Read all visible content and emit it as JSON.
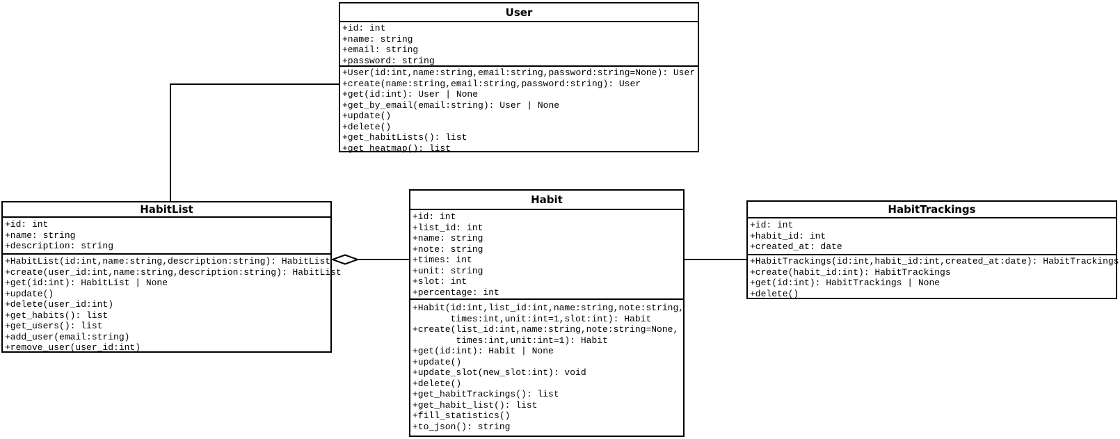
{
  "diagram": {
    "kind": "uml-class-diagram",
    "colors": {
      "background": "#ffffff",
      "line": "#000000",
      "text": "#000000"
    },
    "classes": [
      {
        "title": "User",
        "attributes": [
          "+id: int",
          "+name: string",
          "+email: string",
          "+password: string"
        ],
        "methods": [
          "+User(id:int,name:string,email:string,password:string=None): User",
          "+create(name:string,email:string,password:string): User",
          "+get(id:int): User | None",
          "+get_by_email(email:string): User | None",
          "+update()",
          "+delete()",
          "+get_habitLists(): list",
          "+get_heatmap(): list"
        ]
      },
      {
        "title": "HabitList",
        "attributes": [
          "+id: int",
          "+name: string",
          "+description: string"
        ],
        "methods": [
          "+HabitList(id:int,name:string,description:string): HabitList",
          "+create(user_id:int,name:string,description:string): HabitList",
          "+get(id:int): HabitList | None",
          "+update()",
          "+delete(user_id:int)",
          "+get_habits(): list",
          "+get_users(): list",
          "+add_user(email:string)",
          "+remove_user(user_id:int)"
        ]
      },
      {
        "title": "Habit",
        "attributes": [
          "+id: int",
          "+list_id: int",
          "+name: string",
          "+note: string",
          "+times: int",
          "+unit: string",
          "+slot: int",
          "+percentage: int"
        ],
        "methods": [
          "+Habit(id:int,list_id:int,name:string,note:string,",
          "       times:int,unit:int=1,slot:int): Habit",
          "+create(list_id:int,name:string,note:string=None,",
          "        times:int,unit:int=1): Habit",
          "+get(id:int): Habit | None",
          "+update()",
          "+update_slot(new_slot:int): void",
          "+delete()",
          "+get_habitTrackings(): list",
          "+get_habit_list(): list",
          "+fill_statistics()",
          "+to_json(): string"
        ]
      },
      {
        "title": "HabitTrackings",
        "attributes": [
          "+id: int",
          "+habit_id: int",
          "+created_at: date"
        ],
        "methods": [
          "+HabitTrackings(id:int,habit_id:int,created_at:date): HabitTrackings",
          "+create(habit_id:int): HabitTrackings",
          "+get(id:int): HabitTrackings | None",
          "+delete()"
        ]
      }
    ],
    "relationships": [
      {
        "from": "User",
        "to": "HabitList",
        "type": "association",
        "shape": "orthogonal"
      },
      {
        "from": "HabitList",
        "to": "Habit",
        "type": "aggregation",
        "diamond_at": "HabitList"
      },
      {
        "from": "Habit",
        "to": "HabitTrackings",
        "type": "association",
        "shape": "straight"
      }
    ]
  }
}
